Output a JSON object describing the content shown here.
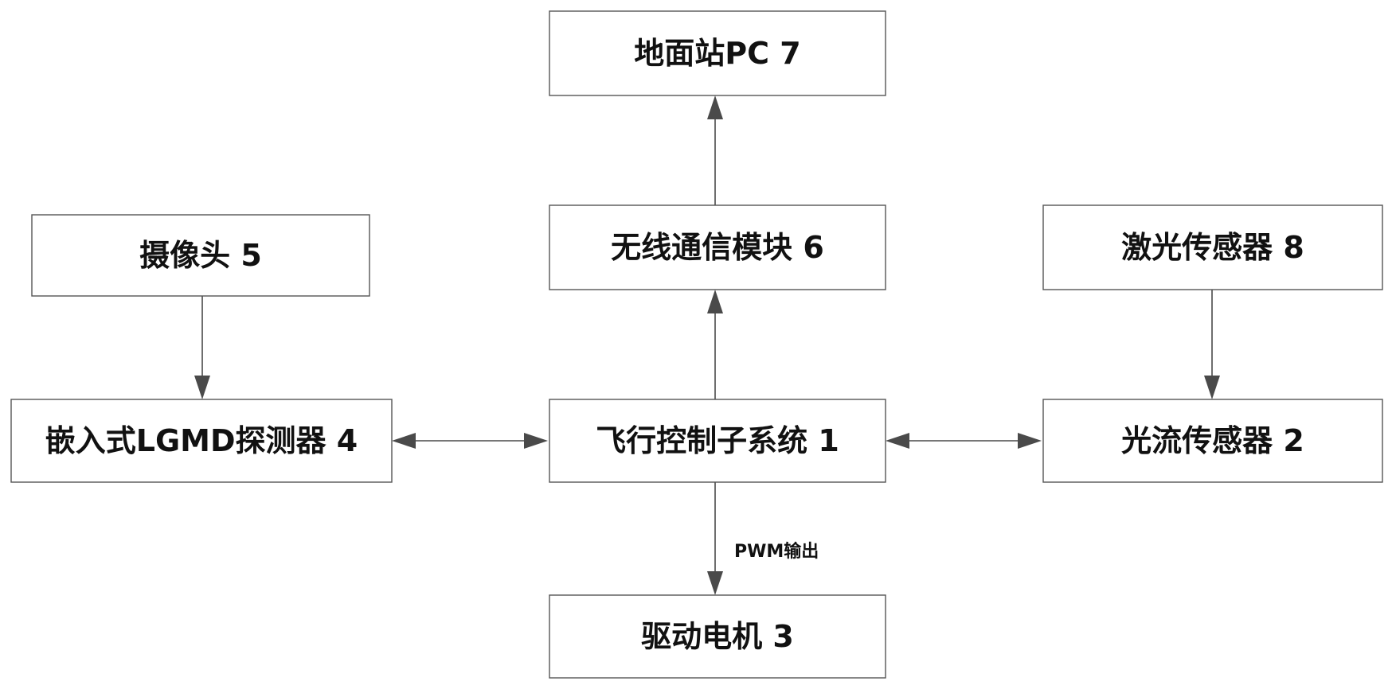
{
  "diagram": {
    "nodes": {
      "ground_station": "地面站PC 7",
      "wireless_module": "无线通信模块 6",
      "camera": "摄像头 5",
      "laser_sensor": "激光传感器 8",
      "lgmd_detector": "嵌入式LGMD探测器 4",
      "flight_control": "飞行控制子系统 1",
      "optical_flow": "光流传感器 2",
      "drive_motor": "驱动电机 3"
    },
    "edges": {
      "pwm_output": "PWM输出"
    }
  }
}
